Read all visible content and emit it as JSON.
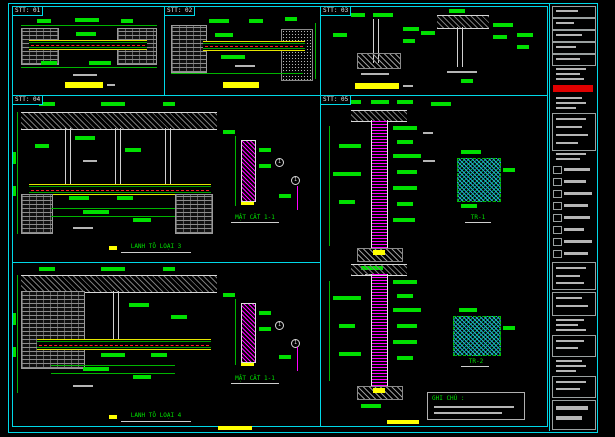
{
  "colors": {
    "background": "#000000",
    "frame_border": "#00d8e8",
    "annotation_green": "#00e000",
    "highlight_yellow": "#ffff00",
    "hatch_magenta": "#ff00ff",
    "rebar_red": "#ff2020",
    "linework_white": "#d8d8d8",
    "title_block_red": "#e00000"
  },
  "panels": {
    "stt01": {
      "title": "STT: 01"
    },
    "stt02": {
      "title": "STT: 02"
    },
    "stt03": {
      "title": "STT: 03"
    },
    "stt04": {
      "title": "STT: 04",
      "caption": "LANH TÔ LOẠI 3",
      "section_caption": "MẶT CẮT 1-1"
    },
    "lanhto4": {
      "caption": "LANH TÔ LOẠI 4",
      "section_caption": "MẶT CẮT 1-1"
    },
    "stt05": {
      "title": "STT: 05",
      "detail_top": "TR-1",
      "detail_bottom": "TR-2",
      "notes_title": "GHI CHÚ :"
    }
  },
  "markers": {
    "section_bubble": "1"
  }
}
